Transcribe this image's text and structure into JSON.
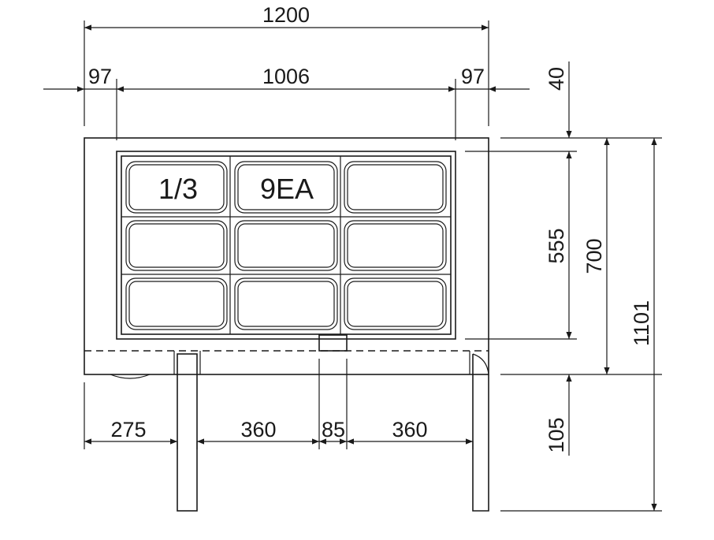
{
  "drawing": {
    "units": "mm",
    "overall_width": "1200",
    "side_margin_left": "97",
    "inner_width": "1006",
    "side_margin_right": "97",
    "top_offset": "40",
    "tray_depth": "555",
    "body_height": "700",
    "total_height": "1101",
    "bottom_height": "105",
    "leg_offset": "275",
    "leg_span_left": "360",
    "center_gap": "85",
    "leg_span_right": "360",
    "pan_size_label": "1/3",
    "pan_count_label": "9EA"
  }
}
